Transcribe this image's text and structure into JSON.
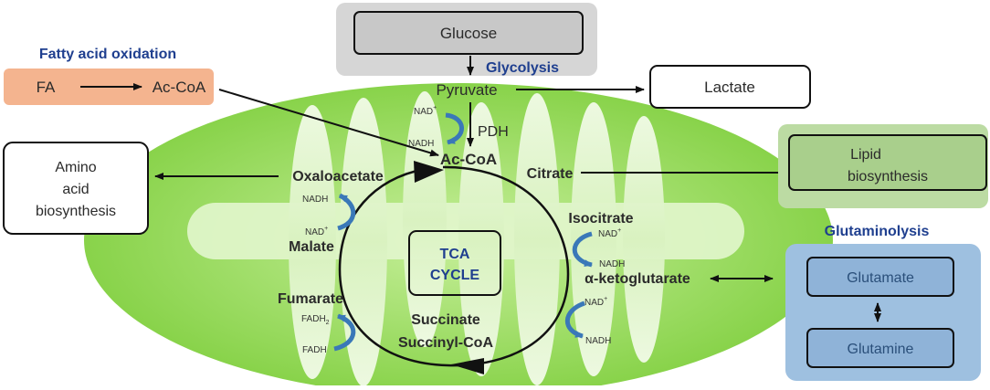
{
  "colors": {
    "mito_outer": "#8fd94a",
    "mito_inner": "#e6f7d2",
    "title_blue": "#1f3f8f",
    "fa_box": "#f4b48f",
    "glucose_bg": "#d6d6d6",
    "glucose_box": "#c8c8c8",
    "lipid_bg": "#bcdba3",
    "lipid_box": "#a9cf8c",
    "glut_bg": "#9ec0e0",
    "glut_box": "#8fb3d8",
    "enzyme_arrow": "#3a78b8"
  },
  "sections": {
    "fatty_acid_oxidation": "Fatty acid oxidation",
    "glycolysis": "Glycolysis",
    "glutaminolysis": "Glutaminolysis"
  },
  "boxes": {
    "fa": "FA",
    "ac_coa_fa": "Ac-CoA",
    "glucose": "Glucose",
    "lactate": "Lactate",
    "lipid_line1": "Lipid",
    "lipid_line2": "biosynthesis",
    "amino_line1": "Amino",
    "amino_line2": "acid",
    "amino_line3": "biosynthesis",
    "glutamate": "Glutamate",
    "glutamine": "Glutamine"
  },
  "metabolites": {
    "pyruvate": "Pyruvate",
    "pdh": "PDH",
    "ac_coa": "Ac-CoA",
    "citrate": "Citrate",
    "isocitrate": "Isocitrate",
    "alpha_kg": "α-ketoglutarate",
    "succinyl_coa": "Succinyl-CoA",
    "succinate": "Succinate",
    "fumarate": "Fumarate",
    "malate": "Malate",
    "oxaloacetate": "Oxaloacetate"
  },
  "tca": {
    "line1": "TCA",
    "line2": "CYCLE"
  },
  "cofactors": {
    "nad_pdh": "NAD",
    "nadh_pdh": "NADH",
    "nadh_malate": "NADH",
    "nad_malate": "NAD",
    "nad_iso": "NAD",
    "nadh_iso": "NADH",
    "nad_akg": "NAD",
    "nadh_akg": "NADH",
    "fadh2": "FADH",
    "fadh": "FADH",
    "plus": "+",
    "sub2": "2"
  }
}
